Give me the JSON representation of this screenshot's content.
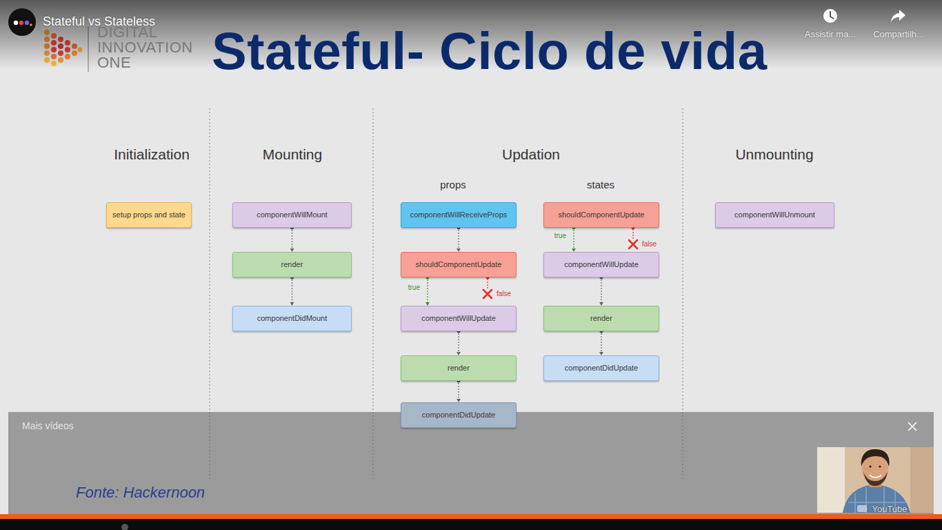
{
  "diagram": {
    "title": "Stateful- Ciclo de vida",
    "caption": "Fonte: Hackernoon",
    "nodes": [
      {
        "text": [
          "setup props and state"
        ]
      },
      {
        "text": [
          "componentWillMount"
        ]
      },
      {
        "text": [
          "render"
        ]
      },
      {
        "text": [
          "componentDidMount"
        ]
      },
      {
        "text": [
          "componentWillReceiveProps"
        ]
      },
      {
        "text": [
          "shouldComponentUpdate"
        ]
      },
      {
        "text": [
          "componentWillUpdate"
        ]
      },
      {
        "text": [
          "render"
        ]
      },
      {
        "text": [
          "componentDidUpdate"
        ]
      },
      {
        "text": [
          "shouldComponentUpdate"
        ]
      },
      {
        "text": [
          "componentWillUpdate"
        ]
      },
      {
        "text": [
          "render"
        ]
      },
      {
        "text": [
          "componentDidUpdate"
        ]
      },
      {
        "text": [
          "componentWillUnmount"
        ]
      }
    ],
    "edges": [
      {
        "from": 1,
        "to": 2,
        "arrow": "to"
      },
      {
        "from": 2,
        "to": 3,
        "arrow": "to"
      },
      {
        "from": 4,
        "to": 5,
        "arrow": "to"
      },
      {
        "from": 5,
        "to": 6,
        "arrow": "to",
        "label": "true"
      },
      {
        "from": 6,
        "to": 7,
        "arrow": "to"
      },
      {
        "from": 7,
        "to": 8,
        "arrow": "to"
      },
      {
        "from": 9,
        "to": 10,
        "arrow": "to",
        "label": "true"
      },
      {
        "from": 10,
        "to": 11,
        "arrow": "to"
      },
      {
        "from": 11,
        "to": 12,
        "arrow": "to"
      }
    ],
    "labels": [
      "Stateful vs Stateless",
      "Assistir ma...",
      "Compartilh...",
      "DIGITAL INNOVATION ONE",
      "Initialization",
      "Mounting",
      "Updation",
      "Unmounting",
      "props",
      "states",
      "false",
      "false",
      "Mais vídeos",
      "YouTube"
    ]
  }
}
